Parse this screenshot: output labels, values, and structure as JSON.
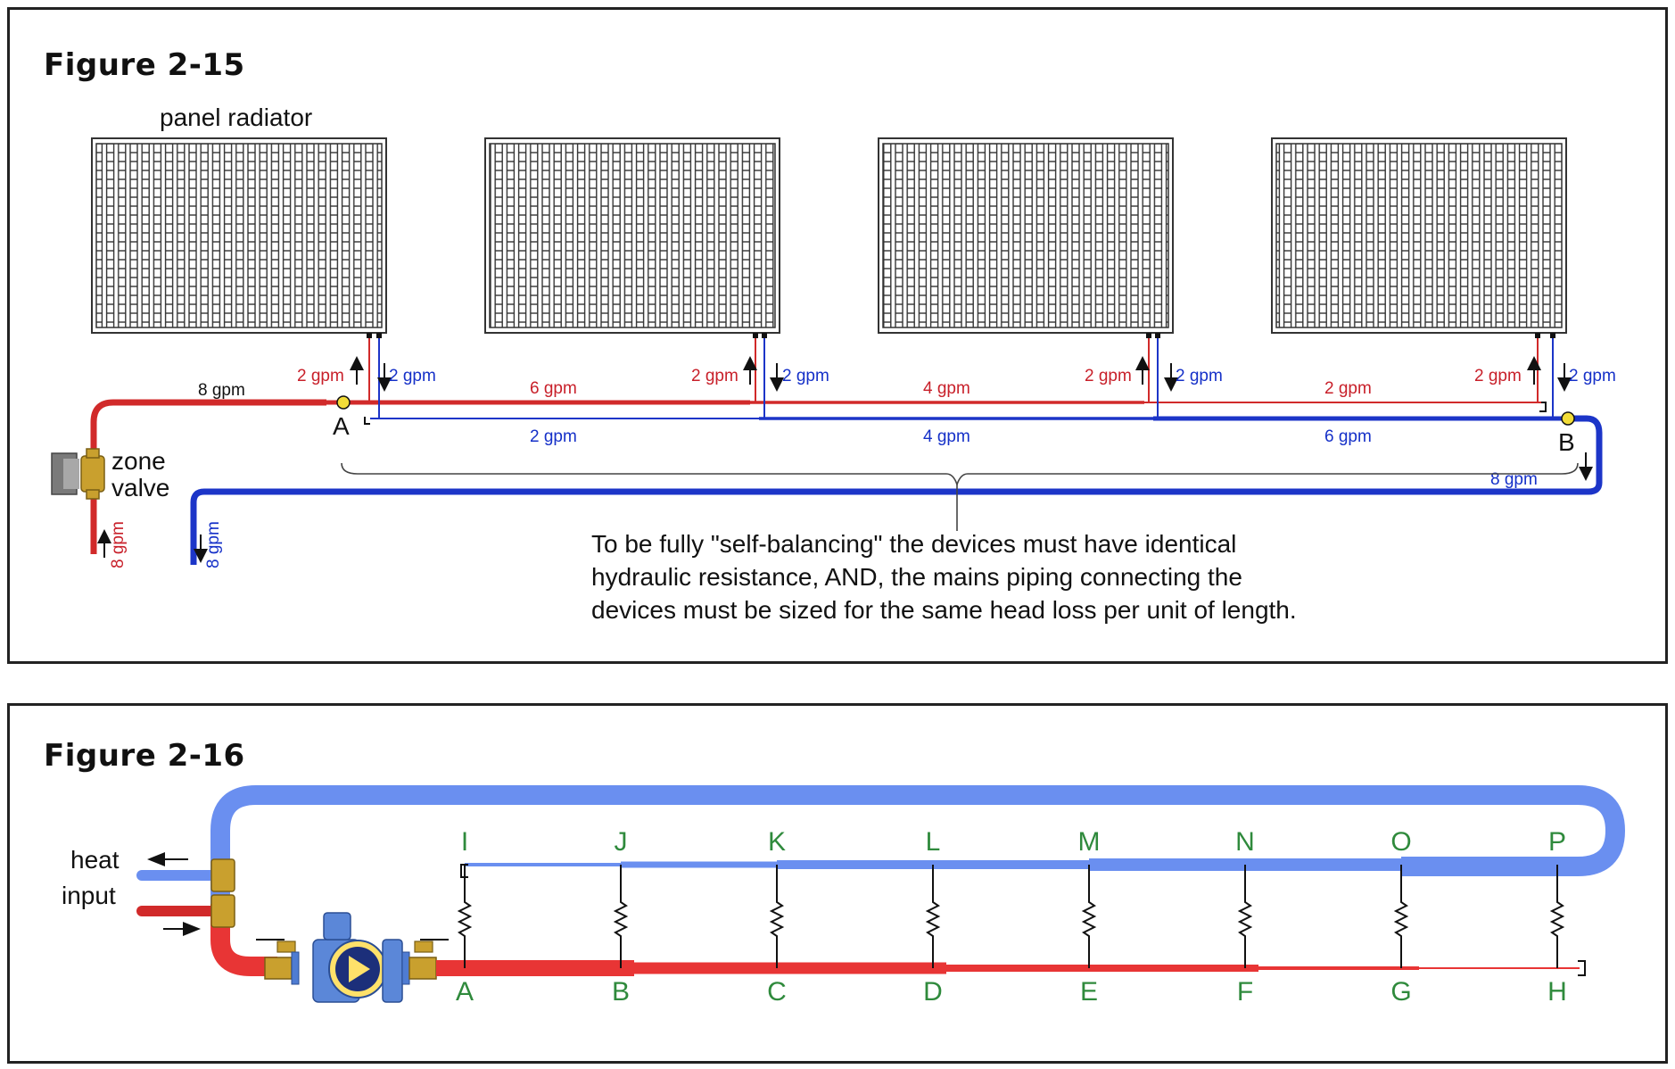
{
  "figure_2_15": {
    "title": "Figure 2-15",
    "radiator_label": "panel radiator",
    "zone_valve_label": [
      "zone",
      "valve"
    ],
    "point_a": "A",
    "point_b": "B",
    "supply_flows": [
      "8 gpm",
      "6 gpm",
      "4 gpm",
      "2 gpm"
    ],
    "return_flows": [
      "2 gpm",
      "4 gpm",
      "6 gpm",
      "8 gpm"
    ],
    "branch_flow": "2 gpm",
    "inlet_flow": "8 gpm",
    "outlet_flow": "8 gpm",
    "note_lines": [
      "To be fully \"self-balancing\" the devices must have identical",
      "hydraulic resistance, AND, the mains piping connecting the",
      "devices must be sized for the same head loss per unit of length."
    ],
    "colors": {
      "supply": "#d12a2a",
      "return": "#1c35c8",
      "valve_brass": "#c9a02e"
    }
  },
  "figure_2_16": {
    "title": "Figure 2-16",
    "heat_input_label": [
      "heat",
      "input"
    ],
    "return_nodes": [
      "I",
      "J",
      "K",
      "L",
      "M",
      "N",
      "O",
      "P"
    ],
    "supply_nodes": [
      "A",
      "B",
      "C",
      "D",
      "E",
      "F",
      "G",
      "H"
    ],
    "colors": {
      "supply": "#e83535",
      "return": "#6a8ff0",
      "node_label": "#2f8a3c",
      "pump": "#5b87d8"
    }
  }
}
